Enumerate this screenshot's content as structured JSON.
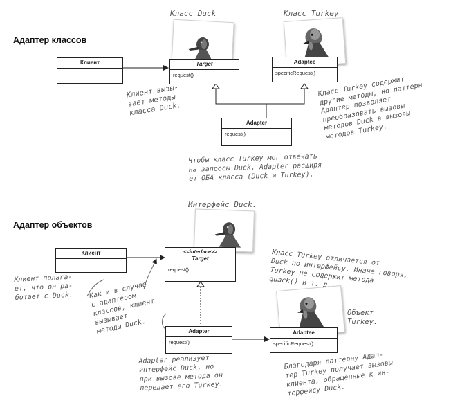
{
  "class_adapter": {
    "title": "Адаптер классов",
    "client": {
      "name": "Клиент"
    },
    "target": {
      "name": "Target",
      "method": "request()"
    },
    "adaptee": {
      "name": "Adaptee",
      "method": "specificRequest()"
    },
    "adapter": {
      "name": "Adapter",
      "method": "request()"
    },
    "duck_caption": "Класс Duck",
    "turkey_caption": "Класс Turkey",
    "note_client": "Клиент вызы-\nвает методы\nкласса Duck.",
    "note_turkey": "Класс Turkey содержит\nдругие методы, но паттерн\nАдаптер позволяет\nпреобразовать вызовы\nметодов Duck в вызовы\nметодов Turkey.",
    "note_adapter": "Чтобы класс Turkey мог отвечать\nна запросы Duck, Adapter расширя-\nет ОБА класса (Duck и Turkey)."
  },
  "object_adapter": {
    "title": "Адаптер объектов",
    "client": {
      "name": "Клиент"
    },
    "target": {
      "stereotype": "<<interface>>",
      "name": "Target",
      "method": "request()"
    },
    "adapter": {
      "name": "Adapter",
      "method": "request()"
    },
    "adaptee": {
      "name": "Adaptee",
      "method": "specificRequest()"
    },
    "duck_caption": "Интерфейс Duck.",
    "note_client": "Клиент полага-\nет, что он ра-\nботает с Duck.",
    "note_client_calls": "Как и в случае\nс адаптером\nклассов, клиент\nвызывает\nметоды Duck.",
    "note_turkey_diff": "Класс Turkey отличается от\nDuck по интерфейсу. Иначе говоря,\nTurkey не содержит метода\nquack() и т. д.",
    "note_turkey_object": "Объект\nTurkey.",
    "note_adapter": "Adapter реализует\nинтерфейс Duck, но\nпри вызове метода он\nпередает его Turkey.",
    "note_pattern": "Благодаря паттерну Адап-\nтер Turkey получает вызовы\nклиента, обращенные к ин-\nтерфейсу Duck."
  }
}
